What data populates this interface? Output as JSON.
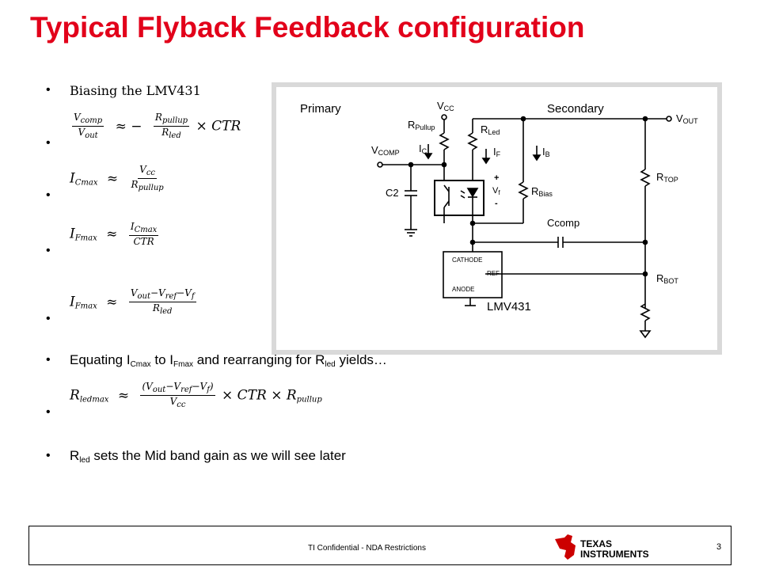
{
  "slide": {
    "title": "Typical Flyback Feedback configuration",
    "page_number": "3",
    "footer_text": "TI Confidential - NDA Restrictions",
    "accent_color": "#e2001a"
  },
  "bullets": {
    "b1": "Biasing the LMV431",
    "b2": {
      "num1": "V",
      "num1_sub": "comp",
      "den1": "V",
      "den1_sub": "out",
      "approx": "≈ −",
      "num2": "R",
      "num2_sub": "pullup",
      "den2": "R",
      "den2_sub": "led",
      "tail": "× CTR"
    },
    "b3": {
      "lhs": "I",
      "lhs_sub": "Cmax",
      "approx": "≈",
      "num": "V",
      "num_sub": "cc",
      "den": "R",
      "den_sub": "pullup"
    },
    "b4": {
      "lhs": "I",
      "lhs_sub": "Fmax",
      "approx": "≈",
      "num": "I",
      "num_sub": "Cmax",
      "den": "CTR"
    },
    "b5": {
      "lhs": "I",
      "lhs_sub": "Fmax",
      "approx": "≈",
      "num": "V",
      "num_sub": "out",
      "num_mid": "−V",
      "num_mid_sub": "ref",
      "num_end": "−V",
      "num_end_sub": "f",
      "den": "R",
      "den_sub": "led"
    },
    "b6": {
      "p1": "Equating I",
      "s1": "Cmax",
      "p2": " to I",
      "s2": "Fmax",
      "p3": " and rearranging for R",
      "s3": "led",
      "p4": " yields…"
    },
    "b7": {
      "lhs": "R",
      "lhs_sub": "ledmax",
      "approx": "≈",
      "num_open": "(V",
      "num_sub": "out",
      "num_mid": "−V",
      "num_mid_sub": "ref",
      "num_end": "−V",
      "num_end_sub": "f",
      "num_close": ")",
      "den": "V",
      "den_sub": "cc",
      "tail1": "× CTR ×",
      "tail2": "R",
      "tail2_sub": "pullup"
    },
    "b8": {
      "p1": "R",
      "s1": "led",
      "p2": " sets the Mid band gain as we will see later"
    }
  },
  "diagram": {
    "primary": "Primary",
    "secondary": "Secondary",
    "vcc": "V",
    "vcc_sub": "CC",
    "vout": "V",
    "vout_sub": "OUT",
    "vcomp": "V",
    "vcomp_sub": "COMP",
    "rpullup": "R",
    "rpullup_sub": "Pullup",
    "rled": "R",
    "rled_sub": "Led",
    "ic": "I",
    "ic_sub": "C",
    "if": "I",
    "if_sub": "F",
    "ib": "I",
    "ib_sub": "B",
    "rbias": "R",
    "rbias_sub": "Bias",
    "c2": "C2",
    "vf": "V",
    "vf_sub": "f",
    "plus": "+",
    "minus": "-",
    "ccomp": "Ccomp",
    "rtop": "R",
    "rtop_sub": "TOP",
    "rbot": "R",
    "rbot_sub": "BOT",
    "cathode": "CATHODE",
    "ref": "REF",
    "anode": "ANODE",
    "lmv431": "LMV431"
  },
  "logo": {
    "line1": "Texas",
    "line2": "Instruments"
  }
}
